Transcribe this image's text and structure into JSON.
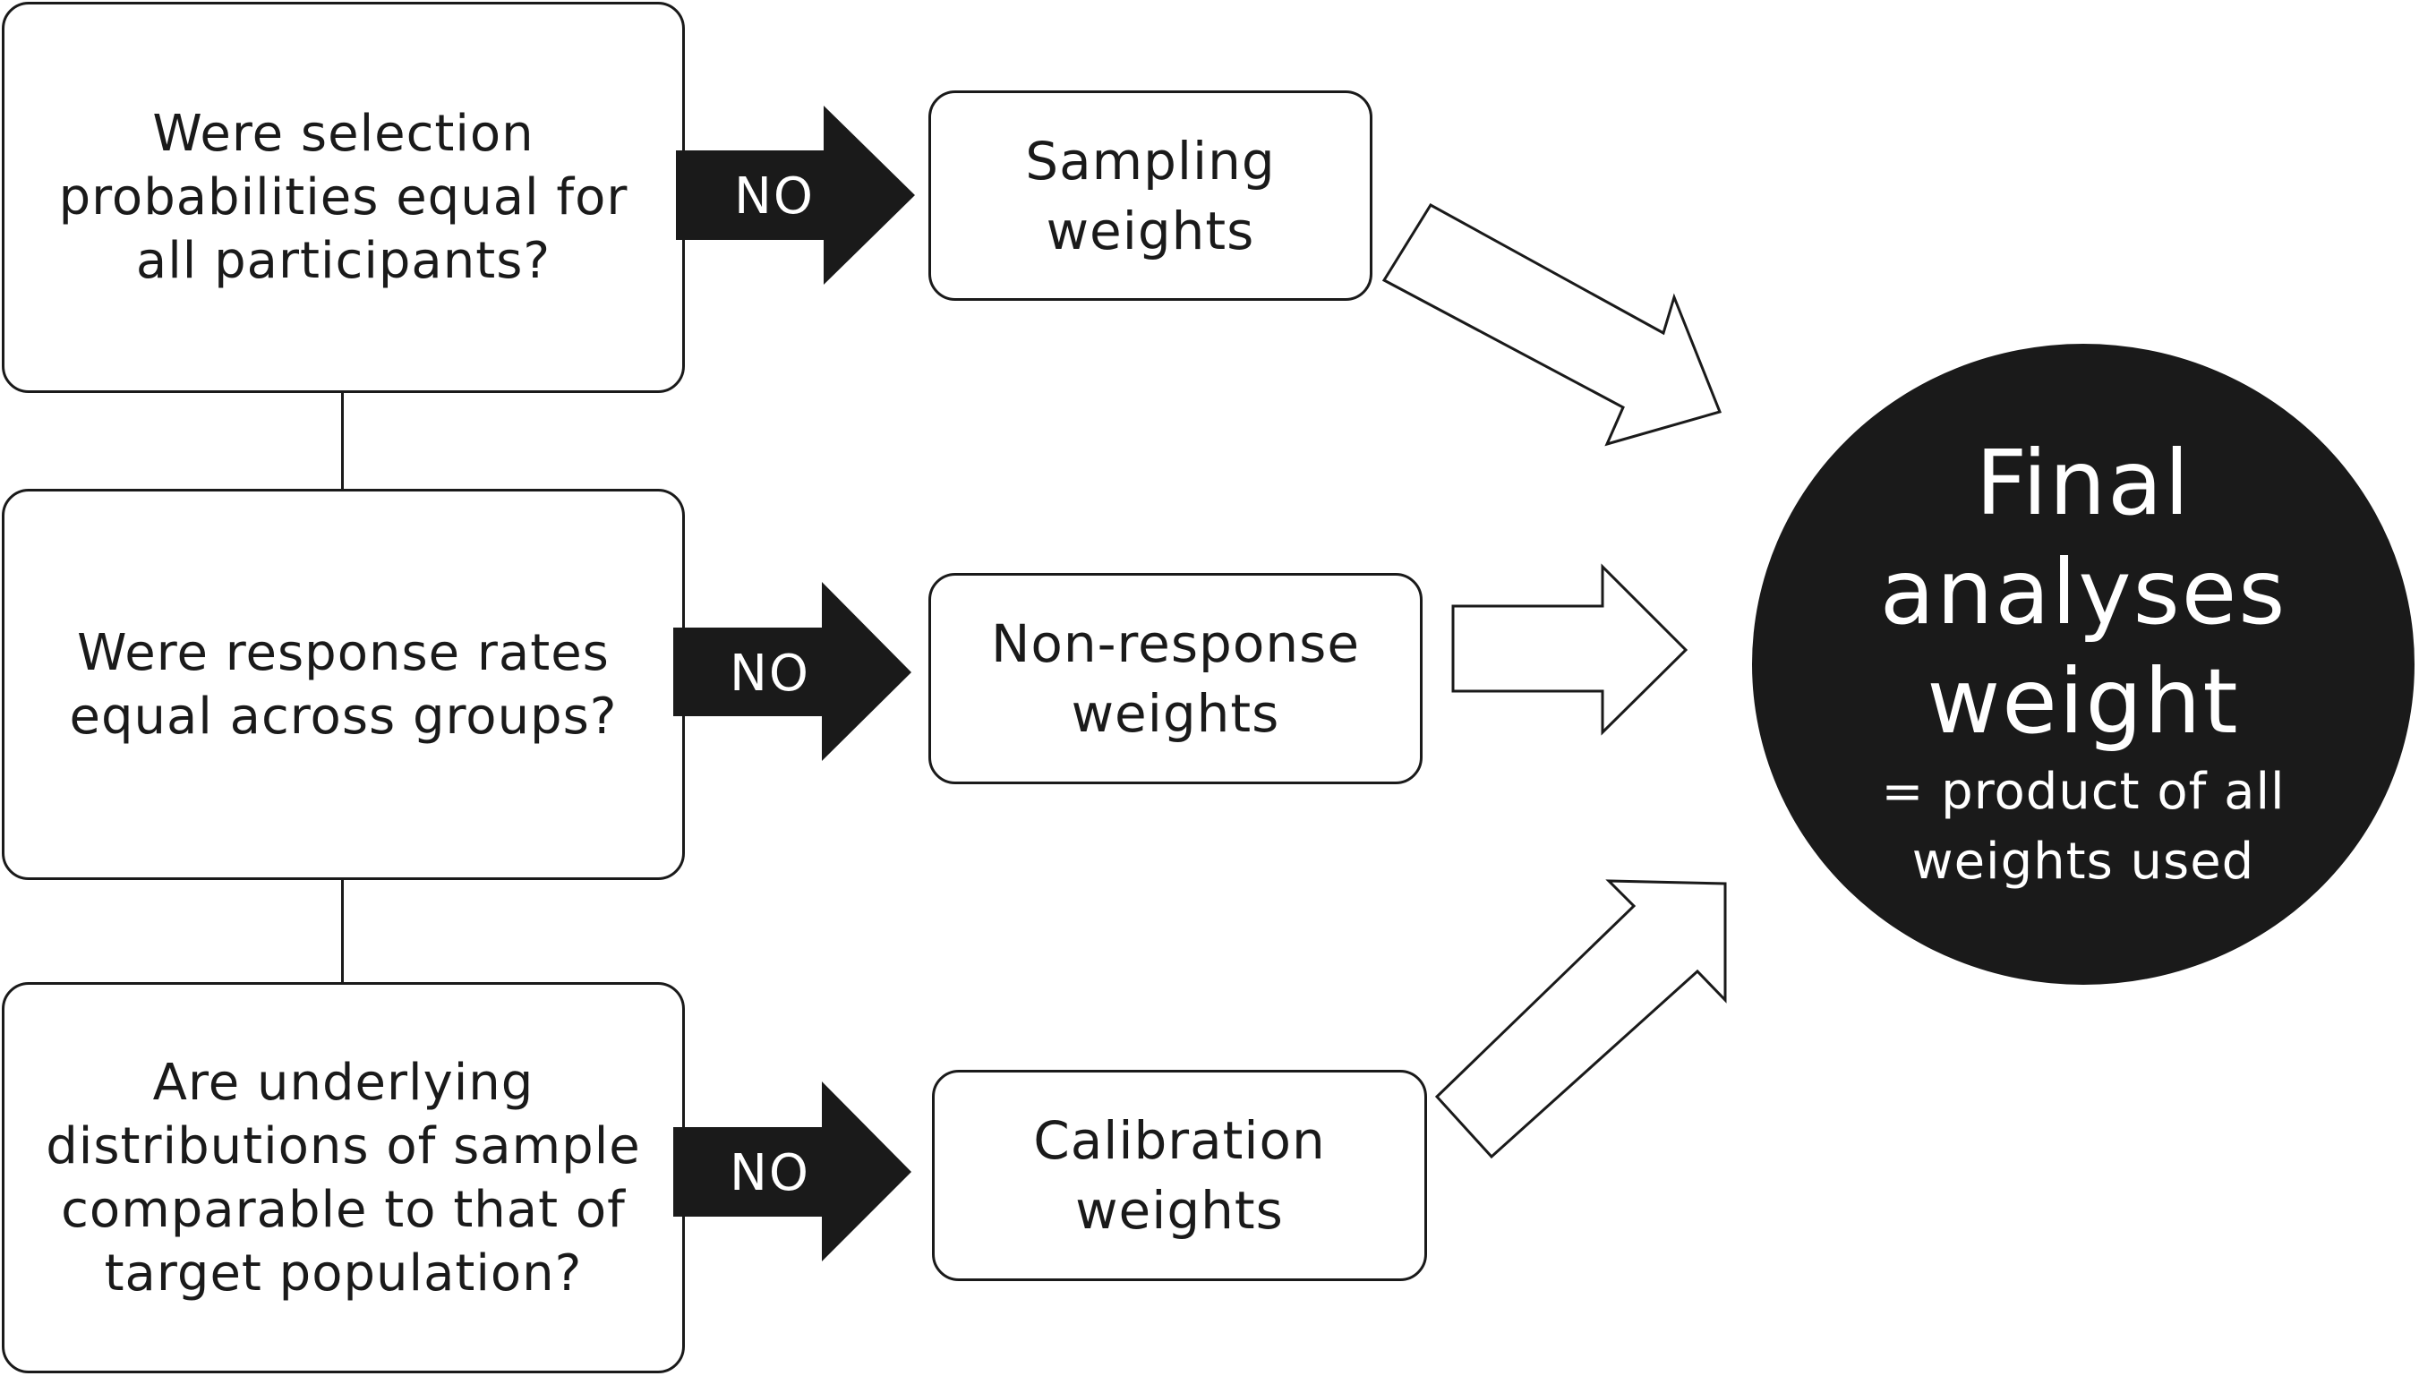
{
  "questions": [
    {
      "text": "Were selection\nprobabilities equal for\nall participants?"
    },
    {
      "text": "Were response rates\nequal across groups?"
    },
    {
      "text": "Are underlying\ndistributions of sample\ncomparable to that of\ntarget population?"
    }
  ],
  "decision_label": "NO",
  "weights": [
    {
      "text": "Sampling\nweights"
    },
    {
      "text": "Non-response\nweights"
    },
    {
      "text": "Calibration\nweights"
    }
  ],
  "final": {
    "title": "Final\nanalyses\nweight",
    "subtitle": "= product of all\nweights used"
  },
  "colors": {
    "ink": "#1a1a1a",
    "background": "#ffffff"
  }
}
